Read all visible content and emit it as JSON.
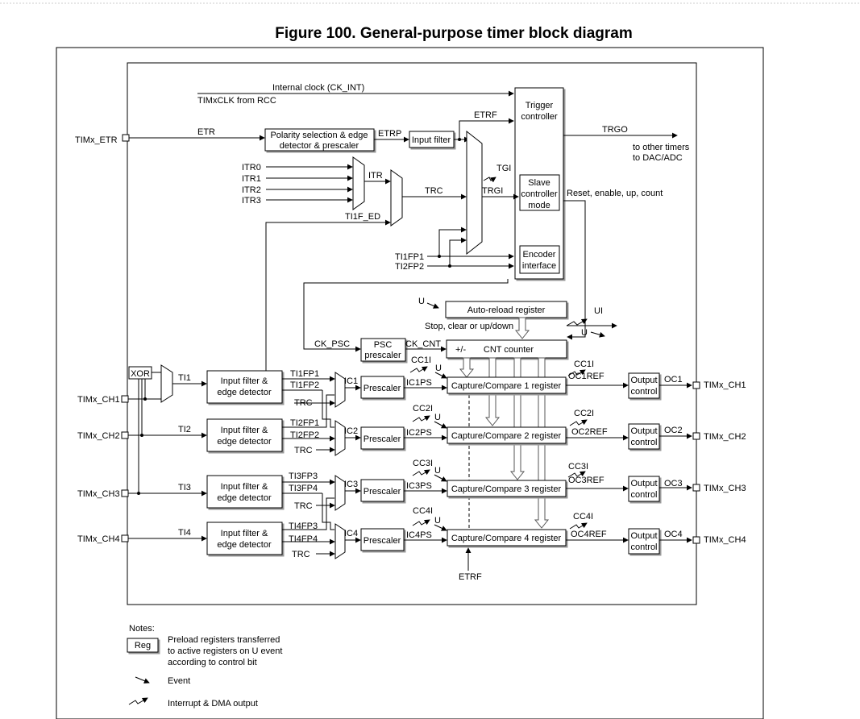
{
  "title": "Figure 100. General-purpose timer block diagram",
  "pins": {
    "etr": "TIMx_ETR",
    "ch1_in": "TIMx_CH1",
    "ch2_in": "TIMx_CH2",
    "ch3_in": "TIMx_CH3",
    "ch4_in": "TIMx_CH4",
    "ch1_out": "TIMx_CH1",
    "ch2_out": "TIMx_CH2",
    "ch3_out": "TIMx_CH3",
    "ch4_out": "TIMx_CH4"
  },
  "blocks": {
    "polarity": [
      "Polarity selection & edge",
      "detector & prescaler"
    ],
    "input_filter": "Input filter",
    "trigger_controller": [
      "Trigger",
      "controller"
    ],
    "slave_controller": [
      "Slave",
      "controller",
      "mode"
    ],
    "encoder": [
      "Encoder",
      "interface"
    ],
    "auto_reload": "Auto-reload register",
    "psc": [
      "PSC",
      "prescaler"
    ],
    "cnt_counter": "CNT counter",
    "plusminus": "+/-",
    "xor": "XOR",
    "input_filter_edge": [
      "Input filter &",
      "edge detector"
    ],
    "prescaler": "Prescaler",
    "cc1": "Capture/Compare 1 register",
    "cc2": "Capture/Compare 2 register",
    "cc3": "Capture/Compare 3 register",
    "cc4": "Capture/Compare 4 register",
    "output_control": [
      "Output",
      "control"
    ]
  },
  "signals": {
    "internal_clock": "Internal clock (CK_INT)",
    "timxclk": "TIMxCLK from RCC",
    "etr": "ETR",
    "etrp": "ETRP",
    "etrf": "ETRF",
    "trgo": "TRGO",
    "to_other": [
      "to other timers",
      "to DAC/ADC"
    ],
    "itr0": "ITR0",
    "itr1": "ITR1",
    "itr2": "ITR2",
    "itr3": "ITR3",
    "itr": "ITR",
    "trc": "TRC",
    "tgi": "TGI",
    "trgi": "TRGI",
    "ti1f_ed": "TI1F_ED",
    "ti1fp1": "TI1FP1",
    "ti2fp2": "TI2FP2",
    "reset": "Reset, enable, up, count",
    "u": "U",
    "ui": "UI",
    "stop": "Stop, clear or up/down",
    "ck_psc": "CK_PSC",
    "ck_cnt": "CK_CNT",
    "ti1": "TI1",
    "ti2": "TI2",
    "ti3": "TI3",
    "ti4": "TI4",
    "ti1fp1b": "TI1FP1",
    "ti1fp2": "TI1FP2",
    "ti2fp1": "TI2FP1",
    "ti2fp2b": "TI2FP2",
    "ti3fp3": "TI3FP3",
    "ti3fp4": "TI3FP4",
    "ti4fp3": "TI4FP3",
    "ti4fp4": "TI4FP4",
    "ic1": "IC1",
    "ic2": "IC2",
    "ic3": "IC3",
    "ic4": "IC4",
    "ic1ps": "IC1PS",
    "ic2ps": "IC2PS",
    "ic3ps": "IC3PS",
    "ic4ps": "IC4PS",
    "cc1i": "CC1I",
    "cc2i": "CC2I",
    "cc3i": "CC3I",
    "cc4i": "CC4I",
    "oc1ref": "OC1REF",
    "oc2ref": "OC2REF",
    "oc3ref": "OC3REF",
    "oc4ref": "OC4REF",
    "oc1": "OC1",
    "oc2": "OC2",
    "oc3": "OC3",
    "oc4": "OC4",
    "etrf_bottom": "ETRF"
  },
  "notes": {
    "heading": "Notes:",
    "reg": "Reg",
    "preload": [
      "Preload registers transferred",
      "to active registers on U event",
      "according to control bit"
    ],
    "event": "Event",
    "interrupt": "Interrupt & DMA output"
  }
}
